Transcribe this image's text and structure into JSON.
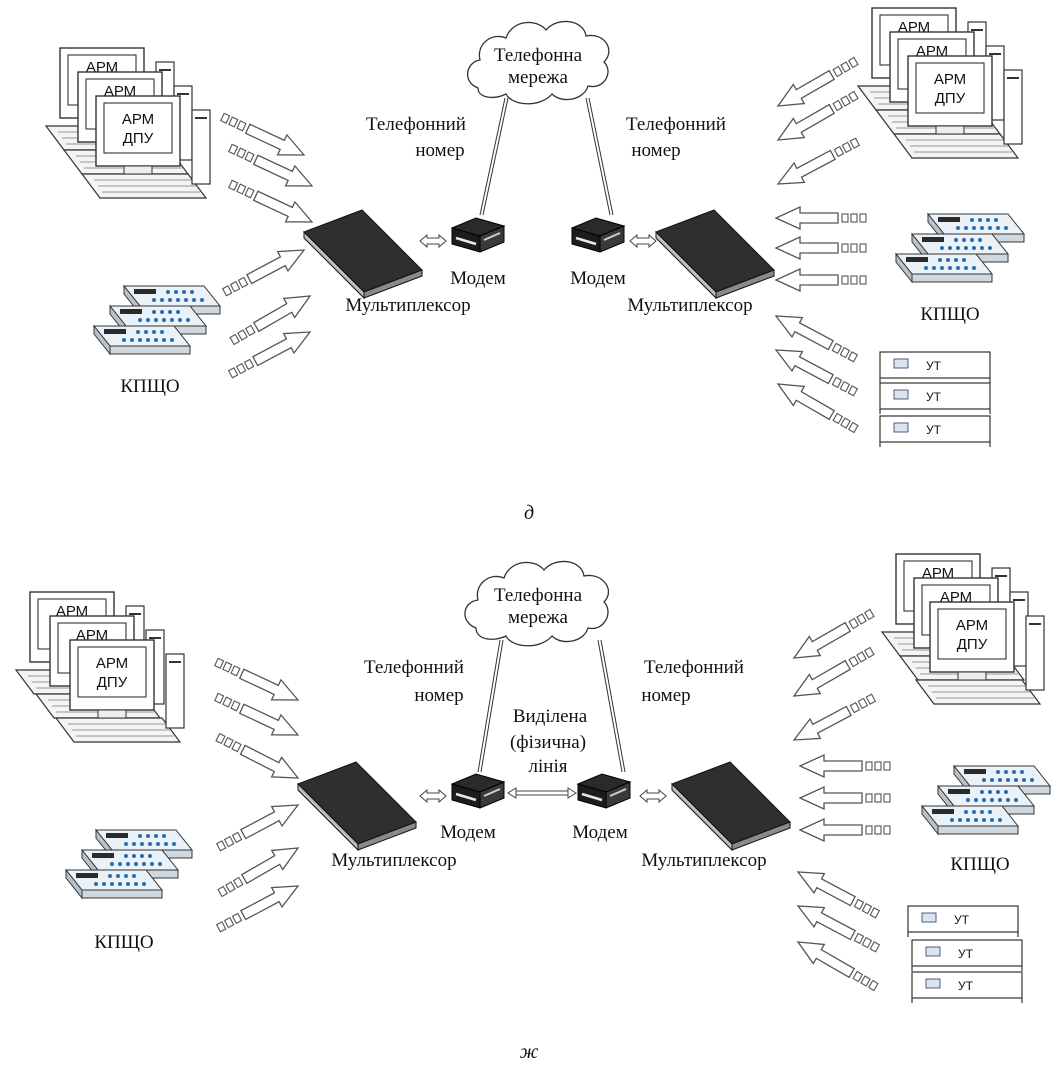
{
  "labels": {
    "network_line1": "Телефонна",
    "network_line2": "мережа",
    "phone_line1": "Телефонний",
    "phone_line2": "номер",
    "modem": "Модем",
    "multiplexer": "Мультиплексор",
    "kpsho": "КПЩО",
    "arm": "АРМ",
    "dpu": "ДПУ",
    "ut": "УТ",
    "dedicated_line1": "Виділена",
    "dedicated_line2": "(фізична)",
    "dedicated_line3": "лінія"
  },
  "captions": {
    "top": "д",
    "bottom": "ж"
  }
}
